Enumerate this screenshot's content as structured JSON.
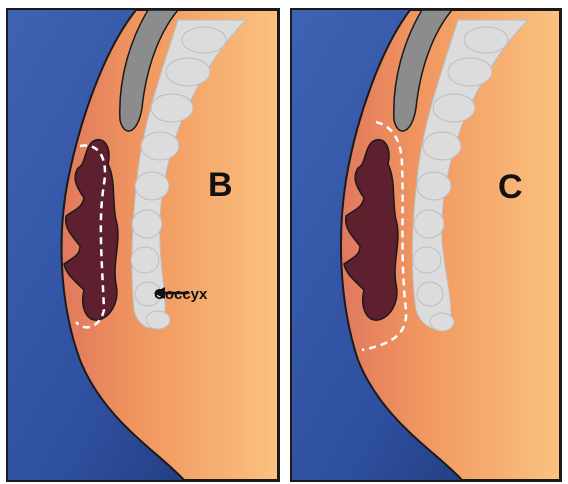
{
  "panels": [
    {
      "letter": "B",
      "callout": "Coccyx"
    },
    {
      "letter": "C"
    }
  ],
  "colors": {
    "background_blue": "#2e4f9e",
    "tissue_orange": "#f2a060",
    "bone_gray": "#d8d8d8",
    "lesion_maroon": "#5e1f2e",
    "margin_dashed": "#ffffff",
    "outline": "#1a1a1a"
  }
}
